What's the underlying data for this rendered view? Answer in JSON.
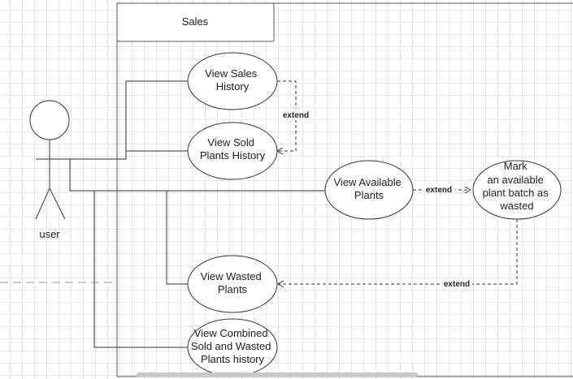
{
  "diagram": {
    "system_title": "Sales",
    "actor": {
      "label": "user"
    },
    "use_cases": [
      {
        "id": "uc1",
        "lines": [
          "View Sales",
          "History"
        ]
      },
      {
        "id": "uc2",
        "lines": [
          "View Sold",
          "Plants History"
        ]
      },
      {
        "id": "uc3",
        "lines": [
          "View Available",
          "Plants"
        ]
      },
      {
        "id": "uc4",
        "lines": [
          "Mark",
          "an available",
          "plant batch as",
          "wasted"
        ]
      },
      {
        "id": "uc5",
        "lines": [
          "View Wasted",
          "Plants"
        ]
      },
      {
        "id": "uc6",
        "lines": [
          "View Combined",
          "Sold and Wasted",
          "Plants history"
        ]
      }
    ],
    "extend_labels": [
      "extend",
      "extend",
      "extend"
    ]
  }
}
